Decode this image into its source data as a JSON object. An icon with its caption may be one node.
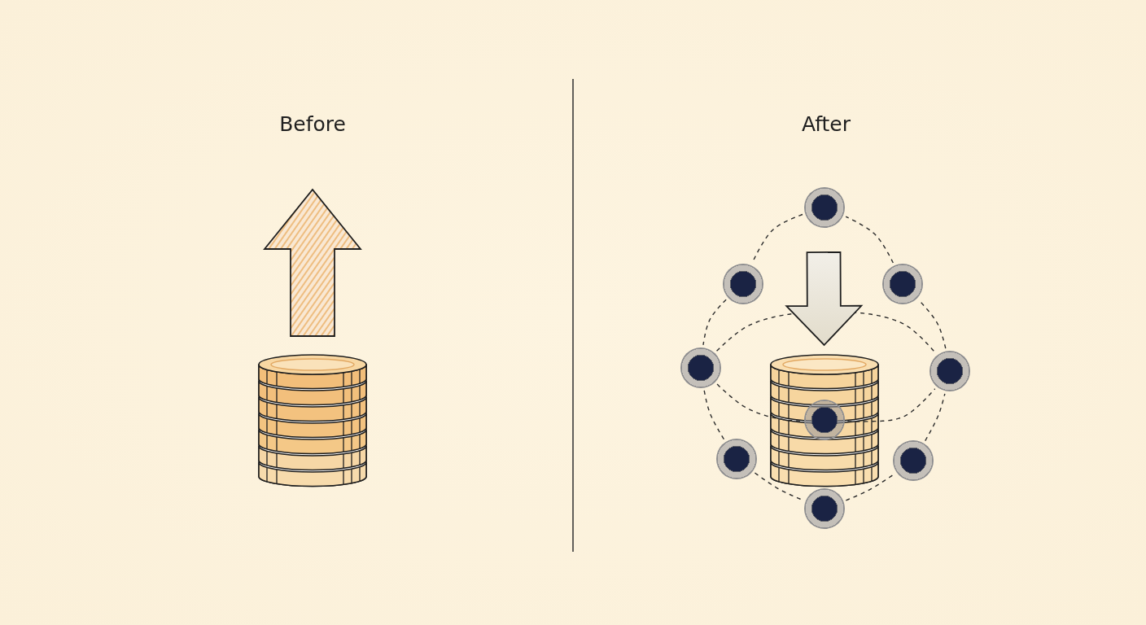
{
  "diagram": {
    "nodes": [
      {
        "text": [],
        "shape": "picture"
      },
      {
        "text": [],
        "shape": "circle"
      },
      {
        "text": [],
        "shape": "circle"
      },
      {
        "text": [],
        "shape": "circle"
      },
      {
        "text": [],
        "shape": "picture"
      },
      {
        "text": [],
        "shape": "circle"
      },
      {
        "text": [],
        "shape": "circle"
      },
      {
        "text": [],
        "shape": "circle",
        "in": 4
      },
      {
        "text": [],
        "shape": "circle"
      },
      {
        "text": [],
        "shape": "circle"
      },
      {
        "text": [],
        "shape": "circle"
      }
    ],
    "edges": [
      {
        "from": 0,
        "to": null,
        "arrow": "to",
        "style": "thick",
        "color": "#e7a350"
      },
      {
        "from": null,
        "to": 4,
        "arrow": "to",
        "style": "thick",
        "color": "#e2dccb"
      },
      {
        "from": 1,
        "to": 2,
        "arrow": "none",
        "style": "dashed"
      },
      {
        "from": 2,
        "to": 5,
        "arrow": "none",
        "style": "dashed"
      },
      {
        "from": 5,
        "to": 8,
        "arrow": "none",
        "style": "dashed"
      },
      {
        "from": 8,
        "to": 10,
        "arrow": "none",
        "style": "dashed"
      },
      {
        "from": 10,
        "to": 9,
        "arrow": "none",
        "style": "dashed"
      },
      {
        "from": 9,
        "to": 6,
        "arrow": "none",
        "style": "dashed"
      },
      {
        "from": 6,
        "to": 3,
        "arrow": "none",
        "style": "dashed"
      },
      {
        "from": 3,
        "to": 1,
        "arrow": "none",
        "style": "dashed"
      },
      {
        "from": 5,
        "to": 6,
        "arrow": "none",
        "style": "dashed"
      },
      {
        "from": 5,
        "to": 7,
        "arrow": "none",
        "style": "dashed"
      },
      {
        "from": 7,
        "to": 6,
        "arrow": "none",
        "style": "dashed"
      }
    ],
    "labels": [
      "Before",
      "After"
    ]
  }
}
